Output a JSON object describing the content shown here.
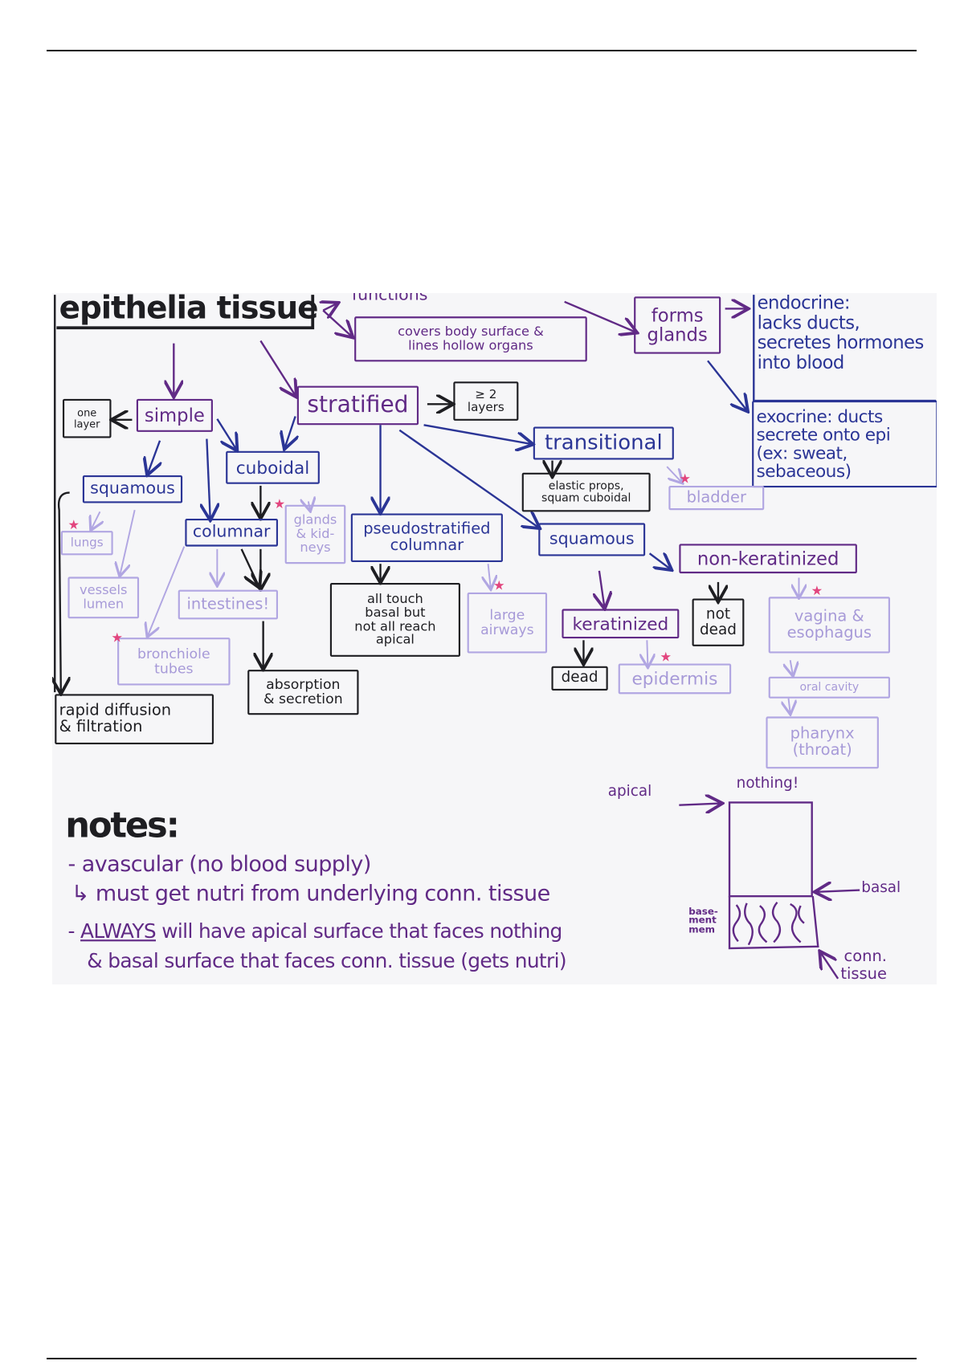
{
  "title": "epithelia tissue",
  "functions_label": "functions",
  "nodes": {
    "covers": "covers body surface &\nlines hollow organs",
    "forms_glands": "forms\nglands",
    "endocrine": "endocrine:\nlacks ducts,\nsecretes hormones\ninto blood",
    "exocrine": "exocrine: ducts\nsecrete onto epi\n(ex: sweat, sebaceous)",
    "one_layer": "one\nlayer",
    "simple": "simple",
    "stratified": "stratified",
    "two_layers": "≥ 2\nlayers",
    "transitional": "transitional",
    "elastic": "elastic props,\nsquam cuboidal",
    "bladder": "bladder",
    "cuboidal": "cuboidal",
    "squamous_simple": "squamous",
    "lungs": "lungs",
    "vessels": "vessels\nlumen",
    "columnar": "columnar",
    "glands_kidneys": "glands\n& kid-\nneys",
    "pseudo": "pseudostratified\ncolumnar",
    "squamous_strat": "squamous",
    "nonker": "non-keratinized",
    "intestines": "intestines!",
    "bronchiole": "bronchiole\ntubes",
    "all_tough": "all touch\nbasal but\nnot all reach\napical",
    "large_airways": "large\nairways",
    "keratinized": "keratinized",
    "not_dead": "not\ndead",
    "vagina": "vagina &\nesophagus",
    "dead": "dead",
    "epidermis": "epidermis",
    "oral": "oral cavity",
    "pharynx": "pharynx\n(throat)",
    "absorption": "absorption\n& secretion",
    "rapid": "rapid diffusion\n& filtration"
  },
  "notes": {
    "heading": "notes:",
    "line1": "- avascular (no blood supply)",
    "line2": "↳ must get nutri from underlying conn. tissue",
    "line3_em": "ALWAYS",
    "line3": " will have apical surface that faces nothing",
    "line4": "& basal surface that faces conn. tissue (gets nutri)"
  },
  "diagram": {
    "apical": "apical",
    "nothing": "nothing!",
    "basal": "basal",
    "basement": "base-\nment\nmem",
    "conn": "conn.\ntissue"
  },
  "colors": {
    "black": "#1e1e22",
    "purple": "#612a86",
    "blue": "#2b3596",
    "lavender": "#a79ad8",
    "star": "#e2457e"
  }
}
